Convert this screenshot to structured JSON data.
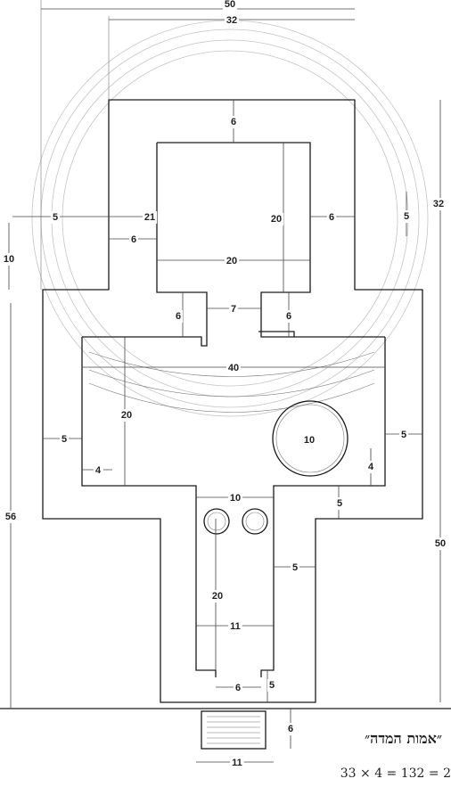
{
  "dimensions": {
    "top_total": "50",
    "top_inner": "32",
    "upper_wall": "6",
    "inner_height": "20",
    "right_gap": "6",
    "left_offset": "5",
    "width_21": "21",
    "left_wall": "6",
    "inner_width": "20",
    "left_10": "10",
    "neck_left": "6",
    "neck_width": "7",
    "neck_right": "6",
    "arc_width": "40",
    "hall_height": "20",
    "left_side": "5",
    "left_4": "4",
    "circle_diameter": "10",
    "right_side": "5",
    "right_4": "4",
    "right_upper_5": "5",
    "corridor_width": "10",
    "shoulder_5": "5",
    "side_5": "5",
    "corridor_height": "20",
    "lower_width": "11",
    "door_width": "6",
    "door_5": "5",
    "step_depth": "6",
    "step_width": "11",
    "right_32": "32",
    "right_50": "50",
    "left_56": "56"
  },
  "caption": "״אמות המדה״",
  "formula": "33 × 4 = 132 = 2"
}
